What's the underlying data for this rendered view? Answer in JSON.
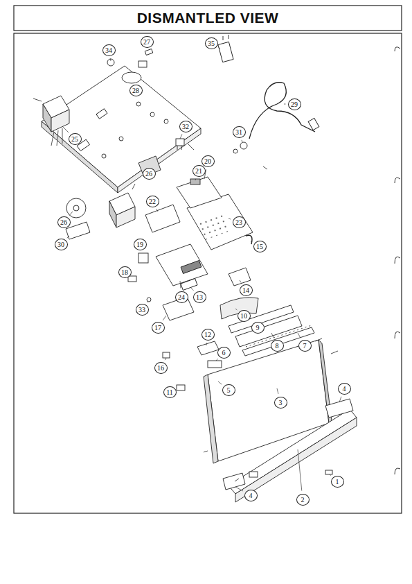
{
  "diagram": {
    "title": "DISMANTLED VIEW",
    "labels": [
      "34",
      "27",
      "28",
      "35",
      "25",
      "32",
      "29",
      "31",
      "26",
      "26",
      "21",
      "20",
      "22",
      "30",
      "23",
      "15",
      "19",
      "24",
      "14",
      "18",
      "33",
      "13",
      "10",
      "9",
      "8",
      "7",
      "17",
      "12",
      "16",
      "6",
      "5",
      "11",
      "3",
      "4",
      "4",
      "1",
      "2"
    ]
  }
}
